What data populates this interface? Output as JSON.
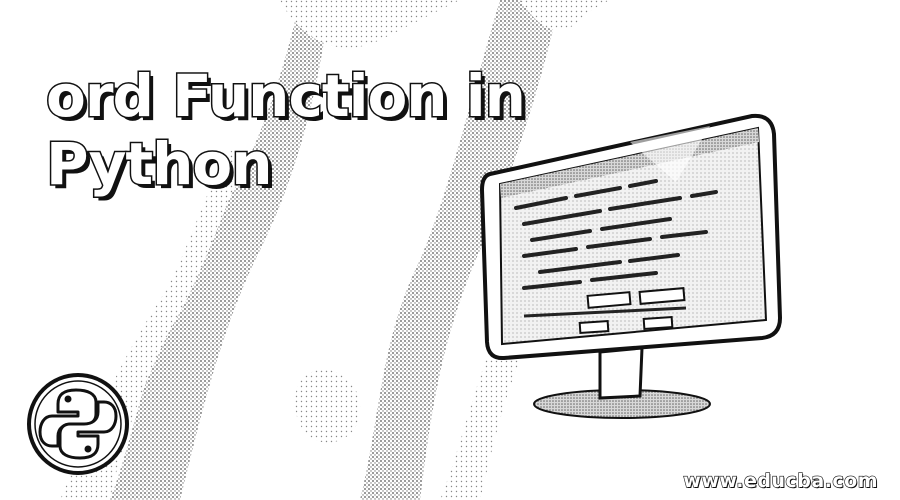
{
  "title": {
    "line1": "ord Function in",
    "line2": "Python"
  },
  "watermark": "www.educba.com",
  "icons": {
    "monitor": "computer-monitor-icon",
    "logo": "python-logo-icon"
  },
  "colors": {
    "ink": "#111111",
    "paper": "#ffffff",
    "stipple": "#8a8a8a"
  }
}
